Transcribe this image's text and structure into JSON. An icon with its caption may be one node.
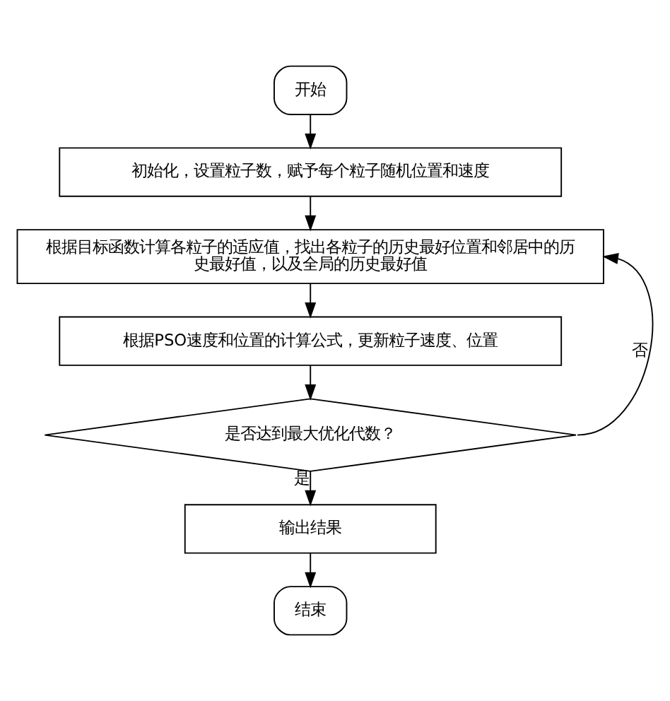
{
  "diagram": {
    "nodes": [
      {
        "text": [
          "开始"
        ]
      },
      {
        "text": [
          "初始化，设置粒子数，赋予每个粒子随机位置和速度"
        ]
      },
      {
        "text": [
          "根据目标函数计算各粒子的适应值，找出各粒子的历史最好位置和邻居中的历史最好值，以及全局的历史最好值"
        ]
      },
      {
        "text": [
          "根据PSO速度和位置的计算公式，更新粒子速度、位置"
        ]
      },
      {
        "text": [
          "是否达到最大优化代数？"
        ]
      },
      {
        "text": [
          "输出结果"
        ]
      },
      {
        "text": [
          "结束"
        ]
      }
    ],
    "edges": [
      {
        "from": 0,
        "to": 1,
        "arrow": "to"
      },
      {
        "from": 1,
        "to": 2,
        "arrow": "to"
      },
      {
        "from": 2,
        "to": 3,
        "arrow": "to"
      },
      {
        "from": 3,
        "to": 4,
        "arrow": "to"
      },
      {
        "from": 4,
        "to": 5,
        "arrow": "to",
        "label": "是"
      },
      {
        "from": 4,
        "to": 2,
        "arrow": "to",
        "label": "否"
      },
      {
        "from": 5,
        "to": 6,
        "arrow": "to"
      }
    ]
  }
}
